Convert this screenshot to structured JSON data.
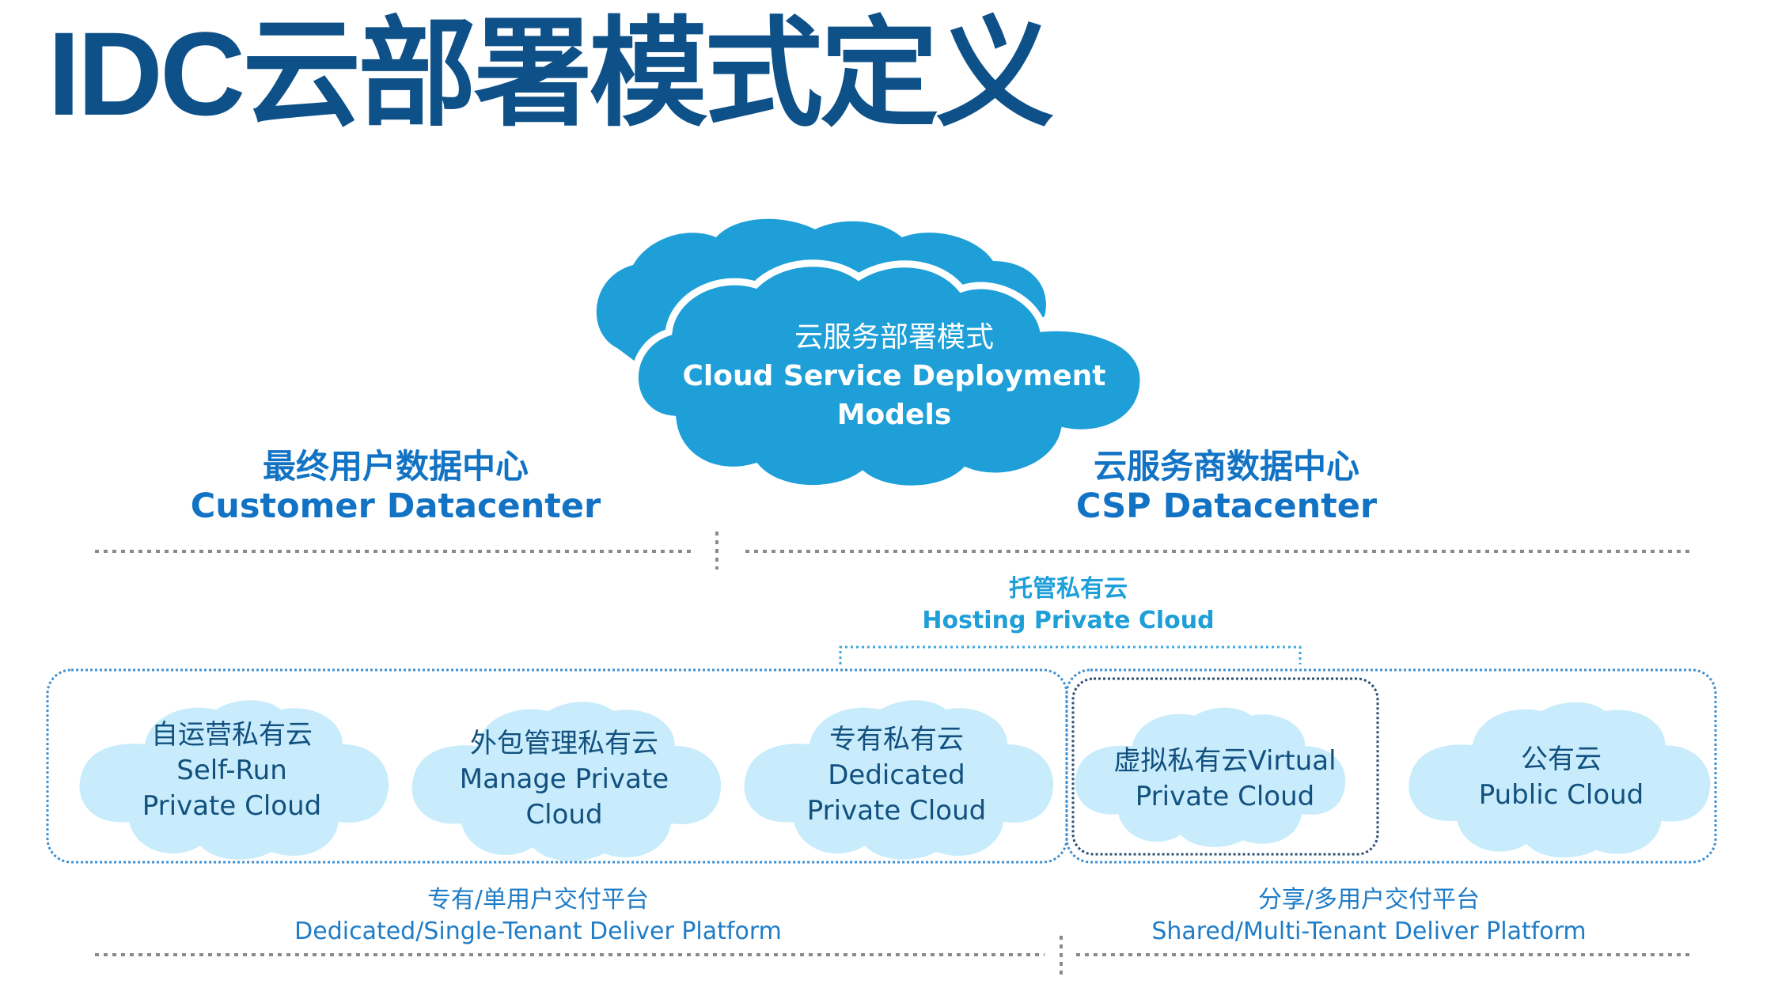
{
  "title": "IDC云部署模式定义",
  "colors": {
    "title": "#0e5189",
    "central_cloud": "#1e9fd8",
    "light_cloud": "#c8ecfb",
    "heading": "#1273c4",
    "divider": "#8a8a8a",
    "box_border": "#3d8fd1",
    "vpc_border": "#2d4e73"
  },
  "central_cloud": {
    "zh": "云服务部署模式",
    "en_line1": "Cloud Service Deployment",
    "en_line2": "Models"
  },
  "customer_datacenter": {
    "zh": "最终用户数据中心",
    "en": "Customer Datacenter"
  },
  "csp_datacenter": {
    "zh": "云服务商数据中心",
    "en": "CSP Datacenter"
  },
  "hosting_private_cloud": {
    "zh": "托管私有云",
    "en": "Hosting Private Cloud"
  },
  "clouds": [
    {
      "zh": "自运营私有云",
      "en_line1": "Self-Run",
      "en_line2": "Private Cloud"
    },
    {
      "zh": "外包管理私有云",
      "en_line1": "Manage Private",
      "en_line2": "Cloud"
    },
    {
      "zh": "专有私有云",
      "en_line1": "Dedicated",
      "en_line2": "Private Cloud"
    },
    {
      "zh": "虚拟私有云Virtual",
      "en_line1": "Private Cloud"
    },
    {
      "zh": "公有云",
      "en_line1": "Public Cloud"
    }
  ],
  "platforms": {
    "dedicated": {
      "zh": "专有/单用户交付平台",
      "en": "Dedicated/Single-Tenant Deliver Platform"
    },
    "shared": {
      "zh": "分享/多用户交付平台",
      "en": "Shared/Multi-Tenant Deliver Platform"
    }
  }
}
